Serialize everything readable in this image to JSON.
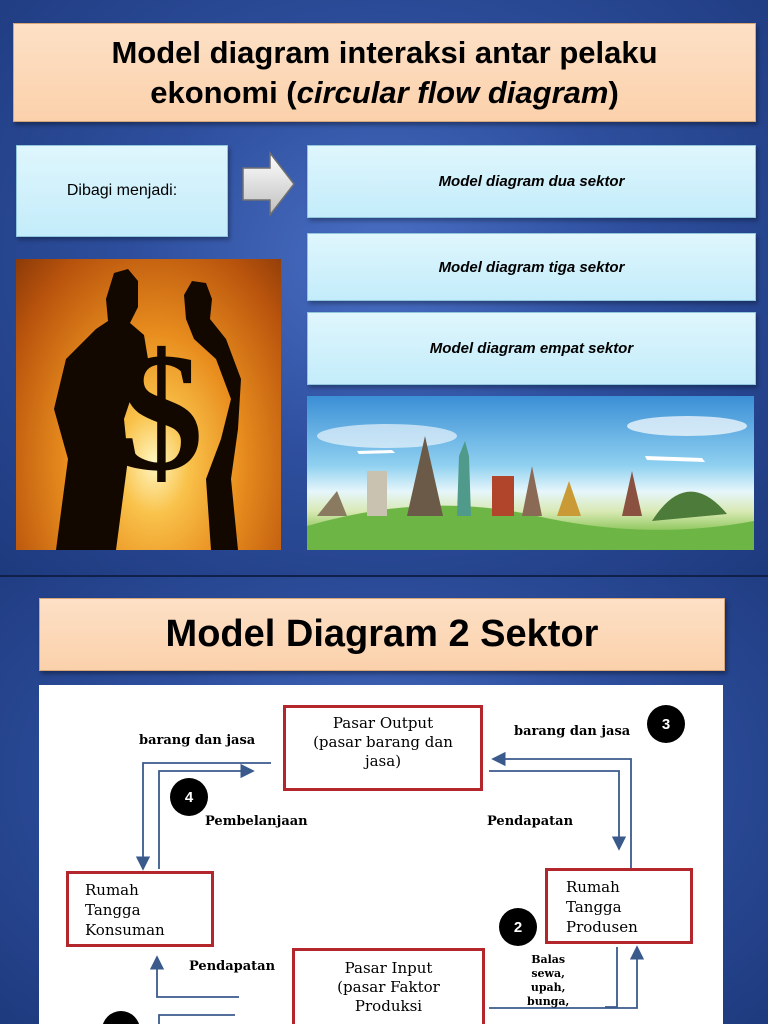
{
  "slide1": {
    "title_line1": "Model diagram interaksi antar pelaku",
    "title_line2_prefix": "ekonomi (",
    "title_line2_italic": "circular flow diagram",
    "title_line2_suffix": ")",
    "dibagi_label": "Dibagi menjadi:",
    "options": [
      "Model diagram dua sektor",
      "Model diagram tiga sektor",
      "Model diagram empat sektor"
    ]
  },
  "slide2": {
    "title": "Model Diagram 2 Sektor",
    "diagram": {
      "pasar_output": [
        "Pasar Output",
        "(pasar barang dan",
        "jasa)"
      ],
      "rumah_tangga_konsumen": [
        "Rumah",
        "Tangga",
        "Konsuman"
      ],
      "rumah_tangga_produsen": [
        "Rumah",
        "Tangga",
        "Produsen"
      ],
      "pasar_input": [
        "Pasar Input",
        "(pasar Faktor",
        "Produksi"
      ],
      "labels": {
        "barang_jasa_left": "barang dan jasa",
        "barang_jasa_right": "barang dan jasa",
        "pembelanjaan": "Pembelanjaan",
        "pendapatan_right": "Pendapatan",
        "pendapatan_left": "Pendapatan",
        "balas": [
          "Balas",
          "sewa,",
          "upah,",
          "bunga,"
        ]
      },
      "badges": [
        "3",
        "4",
        "2"
      ]
    }
  },
  "colors": {
    "background": "#2e4f9e",
    "title_fill": "#fbd1ab",
    "light_box": "#c3ecfa",
    "box_border": "#b3262b",
    "flow_arrow": "#3b5a8c"
  }
}
